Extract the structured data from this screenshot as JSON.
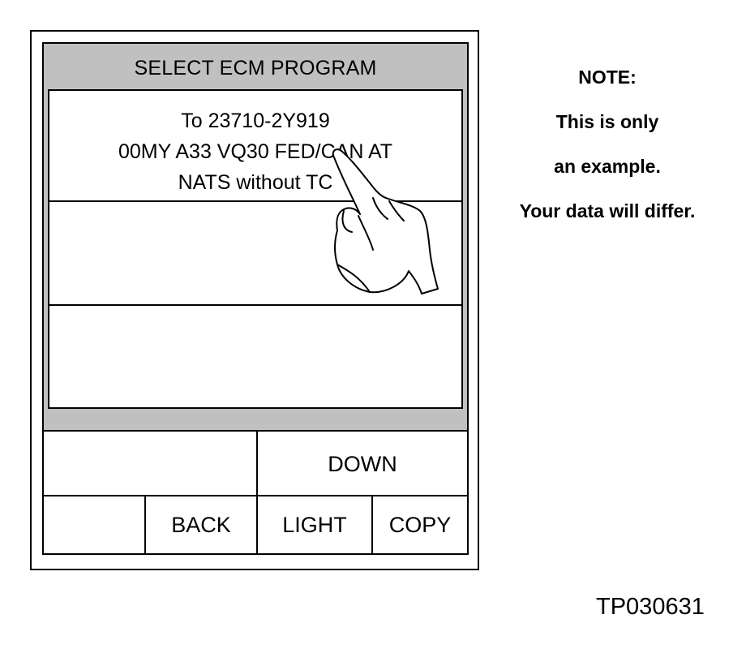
{
  "screen": {
    "title": "SELECT ECM PROGRAM",
    "list": [
      {
        "lines": [
          "To 23710-2Y919",
          "00MY A33 VQ30 FED/CAN AT",
          "NATS without TC"
        ]
      },
      {
        "lines": []
      },
      {
        "lines": []
      }
    ]
  },
  "buttons": {
    "blank_top": "",
    "down": "DOWN",
    "blank_bottom": "",
    "back": "BACK",
    "light": "LIGHT",
    "copy": "COPY"
  },
  "note": {
    "heading": "NOTE:",
    "line1": "This is only",
    "line2": "an example.",
    "line3": "Your data will differ."
  },
  "figure_id": "TP030631",
  "colors": {
    "header_gray": "#c0c0c0",
    "outline": "#000000"
  },
  "icons": {
    "pointer": "pointing-hand-icon"
  }
}
